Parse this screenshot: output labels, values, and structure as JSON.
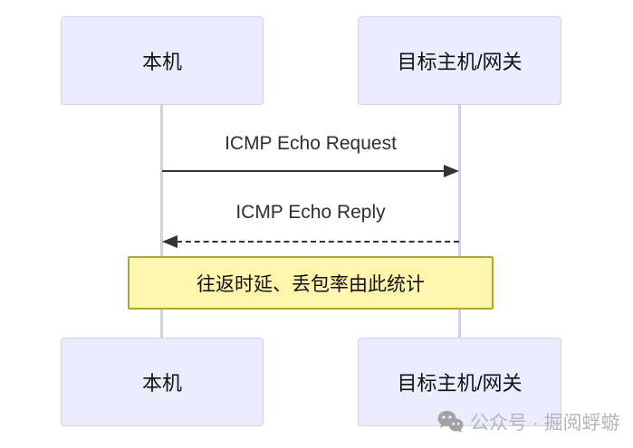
{
  "colors": {
    "actor-fill": "#ececff",
    "actor-border": "#d8ccf0",
    "lifeline": "#d5cdef",
    "arrow": "#333333",
    "note-fill": "#fff5ad",
    "note-border": "#aaaa33",
    "watermark": "#b5b5b8"
  },
  "diagram": {
    "actors": [
      {
        "label": "本机"
      },
      {
        "label": "目标主机/网关"
      }
    ],
    "messages": [
      {
        "label": "ICMP Echo Request",
        "line": "solid",
        "direction": "left-to-right"
      },
      {
        "label": "ICMP Echo Reply",
        "line": "dashed",
        "direction": "right-to-left"
      }
    ],
    "note": {
      "label": "往返时延、丢包率由此统计"
    }
  },
  "watermark": {
    "icon": "wechat-icon",
    "text": "公众号 · 掘阅蜉蝣"
  }
}
